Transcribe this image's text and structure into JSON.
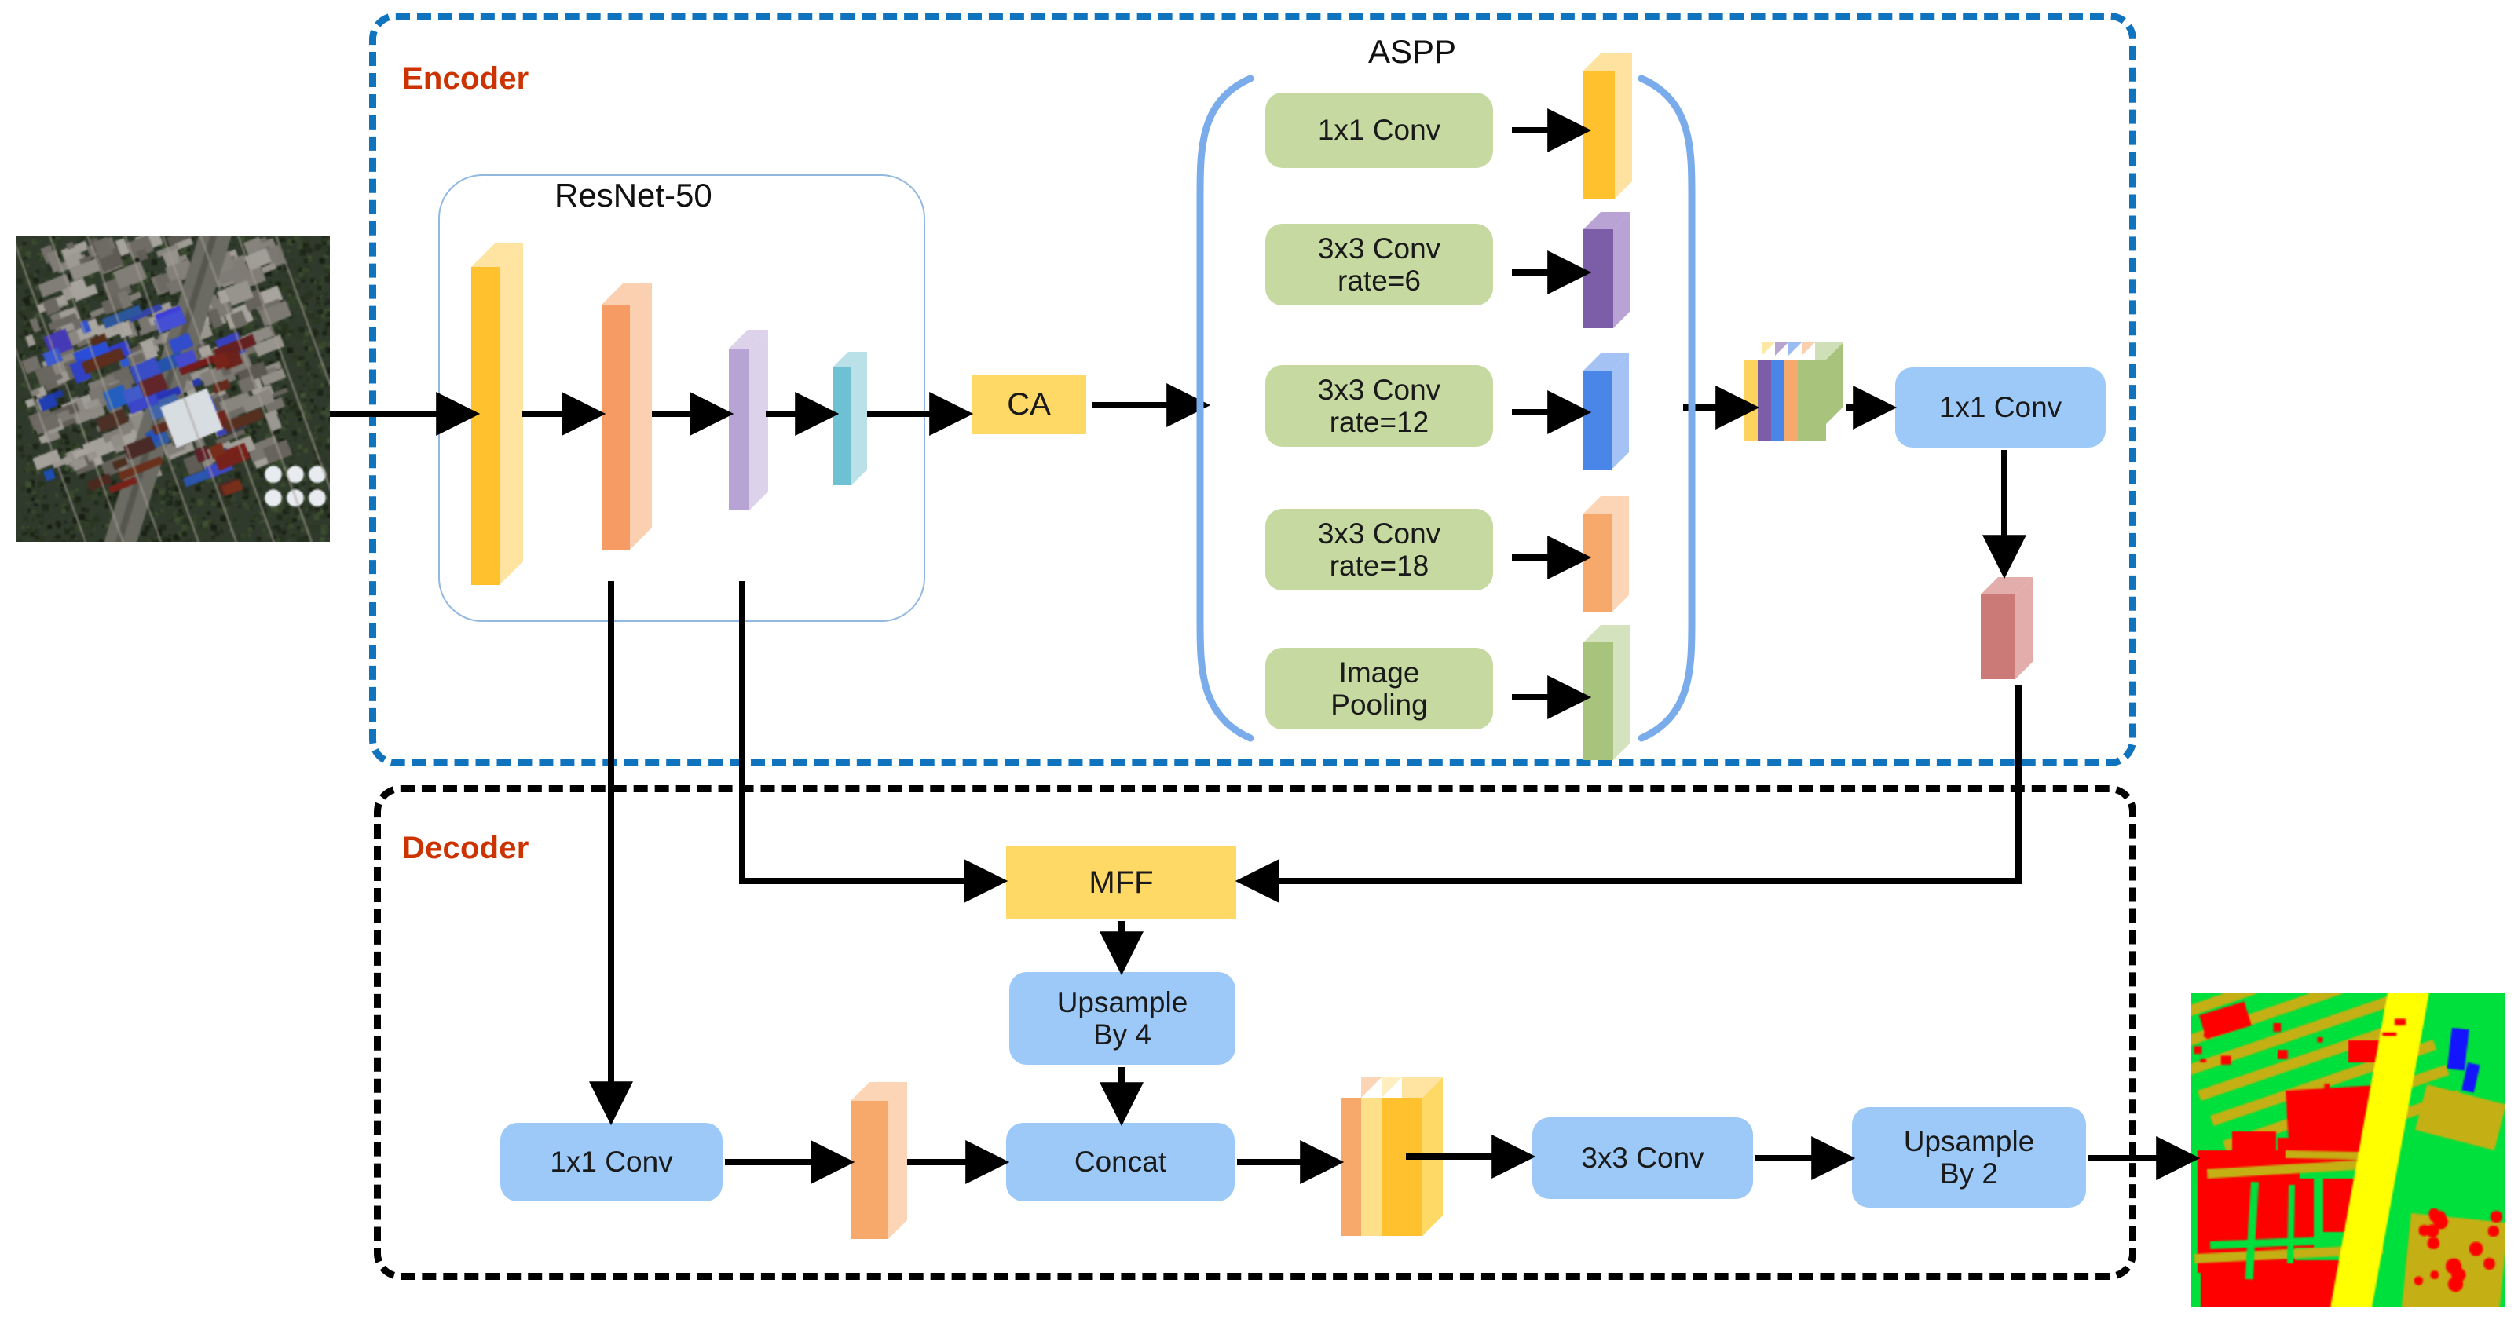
{
  "regions": {
    "encoder": {
      "label": "Encoder",
      "border_color": "#1073bd"
    },
    "decoder": {
      "label": "Decoder",
      "border_color": "#000000"
    }
  },
  "labels": {
    "resnet": "ResNet-50",
    "aspp": "ASPP"
  },
  "encoder": {
    "ca_block": "CA",
    "aspp_branches": [
      {
        "label": "1x1 Conv",
        "slab_color": "#ffc22e",
        "slab_top": "#ffe2a0"
      },
      {
        "label": "3x3 Conv\nrate=6",
        "slab_color": "#7b5ea7",
        "slab_top": "#b8a3d4"
      },
      {
        "label": "3x3 Conv\nrate=12",
        "slab_color": "#4a86e8",
        "slab_top": "#a4c2f4"
      },
      {
        "label": "3x3 Conv\nrate=18",
        "slab_color": "#f7a96b",
        "slab_top": "#fbd5b5"
      },
      {
        "label": "Image\nPooling",
        "slab_color": "#a8c47c",
        "slab_top": "#d4e3bd"
      }
    ],
    "concat_stack_colors": [
      "#ffd45e",
      "#7b5ea7",
      "#4a86e8",
      "#f7a96b",
      "#a8c47c"
    ],
    "aspp_out_conv": "1x1 Conv",
    "aspp_out_slab_color": "#cc7a78",
    "resnet_slabs": [
      {
        "color": "#ffc22e",
        "top": "#ffe3a1"
      },
      {
        "color": "#f59b63",
        "top": "#fbd0b0"
      },
      {
        "color": "#b7a3d4",
        "top": "#dcd2ea"
      },
      {
        "color": "#6ec1d3",
        "top": "#bae0e8"
      }
    ]
  },
  "decoder": {
    "mff_block": "MFF",
    "upsample4": "Upsample\nBy 4",
    "low_level_conv": "1x1 Conv",
    "concat": "Concat",
    "conv3x3": "3x3 Conv",
    "upsample2": "Upsample\nBy 2",
    "low_level_slab_color": "#f7a96b",
    "concat_out_slab_colors": [
      "#f7a96b",
      "#ffe08a",
      "#ffc22e"
    ]
  },
  "io": {
    "input_image_name": "input-satellite-image",
    "output_image_name": "output-segmentation-map",
    "segmentation_colors": {
      "building": "#ff0000",
      "vegetation": "#00e03c",
      "road": "#c4b014",
      "river": "#ffff00",
      "water": "#1414ff"
    }
  }
}
